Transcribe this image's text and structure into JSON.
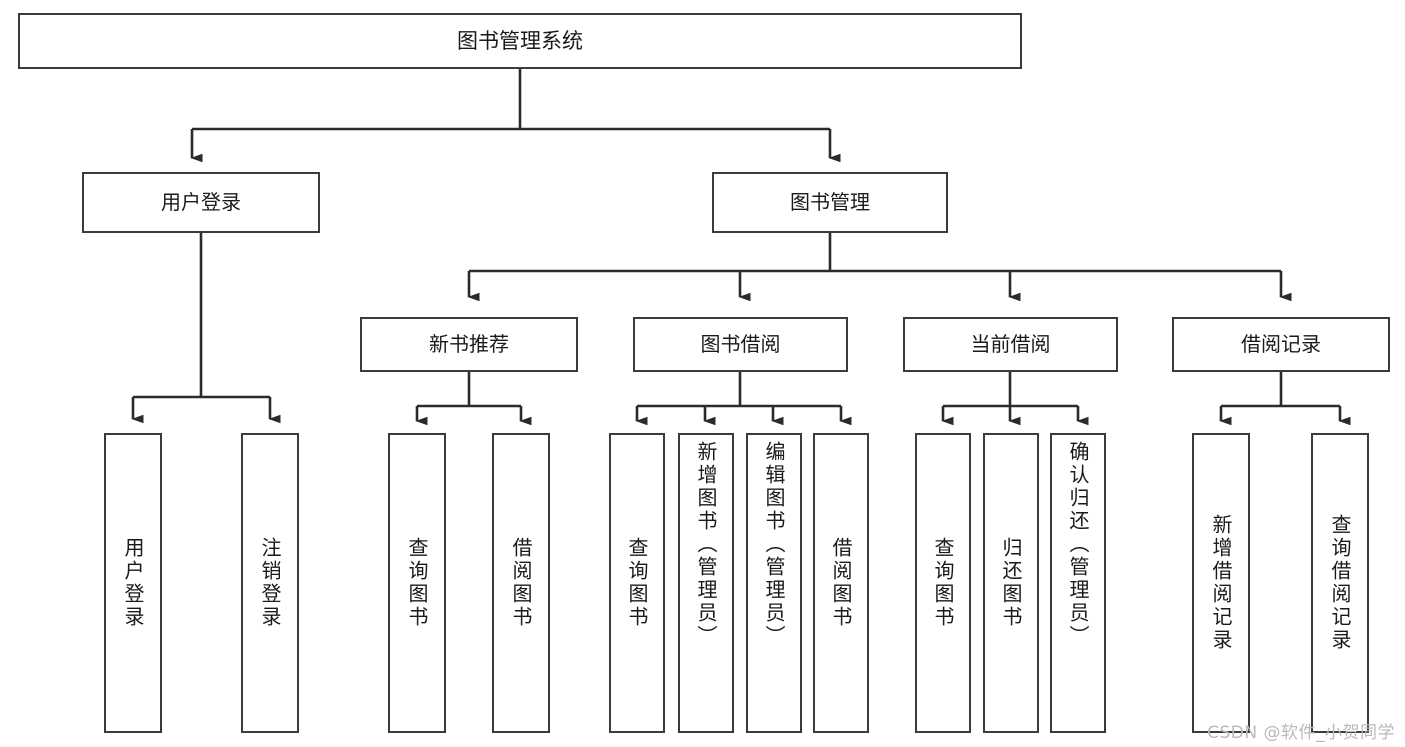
{
  "diagram": {
    "title": "图书管理系统",
    "type": "tree",
    "watermark": "CSDN @软件_小贺同学",
    "colors": {
      "box_border": "#3b3b3b",
      "box_fill": "#ffffff",
      "connector": "#2b2b2b",
      "text": "#1a1a1a",
      "watermark": "#b9b9b9"
    },
    "nodes": {
      "root": {
        "label": "图书管理系统",
        "level": 1
      },
      "user_login": {
        "label": "用户登录",
        "level": 2
      },
      "book_manage": {
        "label": "图书管理",
        "level": 2
      },
      "new_book_rec": {
        "label": "新书推荐",
        "level": 3
      },
      "book_borrow": {
        "label": "图书借阅",
        "level": 3
      },
      "current_borrow": {
        "label": "当前借阅",
        "level": 3
      },
      "borrow_record": {
        "label": "借阅记录",
        "level": 3
      },
      "leaf_user_login": {
        "label": "用户登录",
        "level": 4
      },
      "leaf_logout": {
        "label": "注销登录",
        "level": 4
      },
      "leaf_query_book_1": {
        "label": "查询图书",
        "level": 4
      },
      "leaf_borrow_book_1": {
        "label": "借阅图书",
        "level": 4
      },
      "leaf_query_book_2": {
        "label": "查询图书",
        "level": 4
      },
      "leaf_add_book": {
        "label": "新增图书（管理员）",
        "level": 4
      },
      "leaf_edit_book": {
        "label": "编辑图书（管理员）",
        "level": 4
      },
      "leaf_borrow_book_2": {
        "label": "借阅图书",
        "level": 4
      },
      "leaf_query_book_3": {
        "label": "查询图书",
        "level": 4
      },
      "leaf_return_book": {
        "label": "归还图书",
        "level": 4
      },
      "leaf_confirm_return": {
        "label": "确认归还（管理员）",
        "level": 4
      },
      "leaf_add_record": {
        "label": "新增借阅记录",
        "level": 4
      },
      "leaf_query_record": {
        "label": "查询借阅记录",
        "level": 4
      }
    }
  }
}
